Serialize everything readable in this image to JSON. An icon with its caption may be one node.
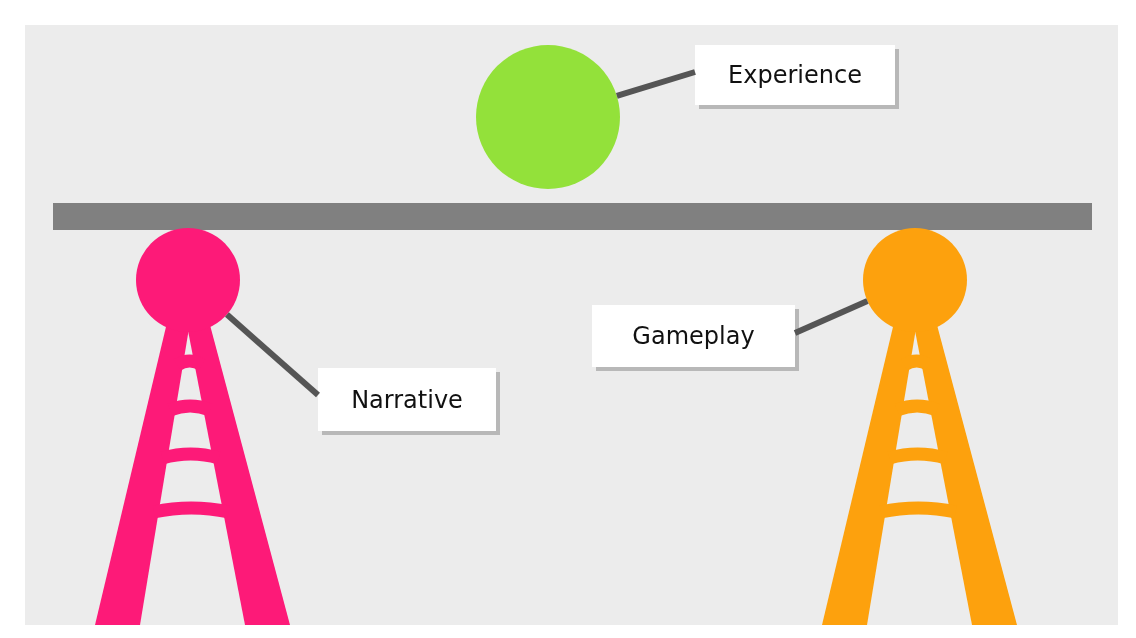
{
  "diagram": {
    "nodes": [
      {
        "text": [
          "Experience"
        ]
      },
      {
        "text": [],
        "shape": "circle"
      },
      {
        "text": [],
        "shape": "circle"
      },
      {
        "text": [],
        "shape": "circle"
      },
      {
        "text": [
          "Gameplay"
        ]
      },
      {
        "text": [
          "Narrative"
        ]
      }
    ],
    "edges": [
      {
        "from": 0,
        "to": 1,
        "arrow": "none"
      },
      {
        "from": 4,
        "to": 3,
        "arrow": "none"
      },
      {
        "from": 5,
        "to": 2,
        "arrow": "none"
      }
    ]
  }
}
